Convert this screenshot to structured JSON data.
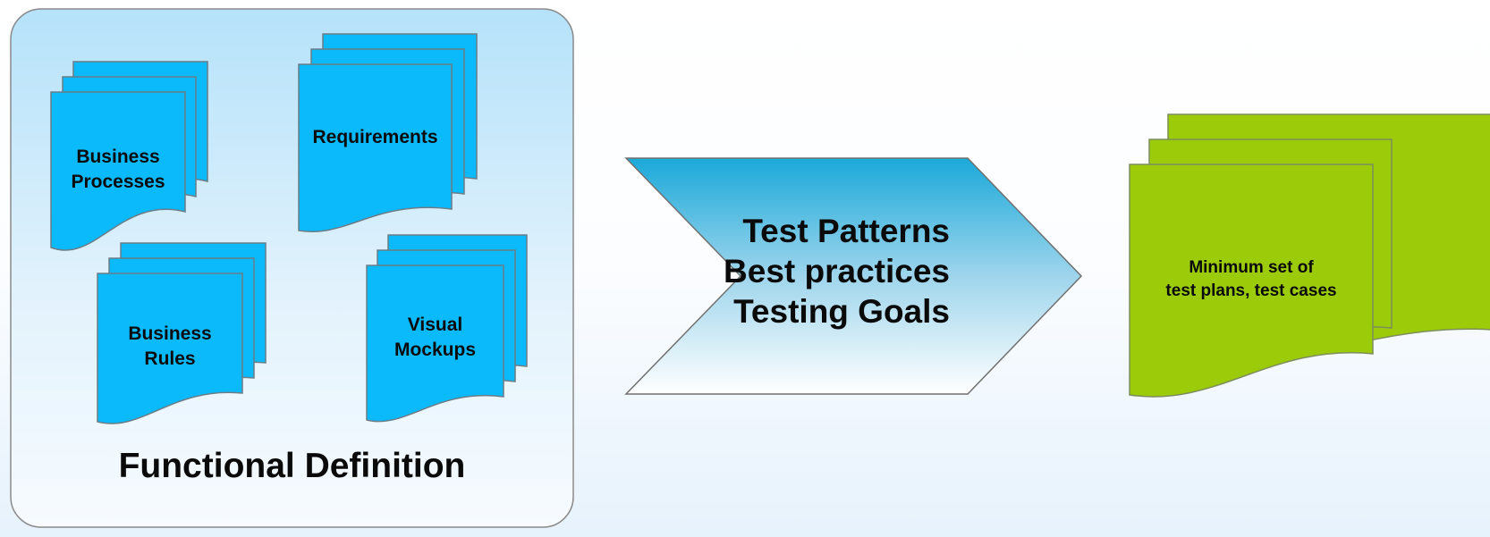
{
  "functional_definition": {
    "title": "Functional Definition",
    "documents": {
      "business_processes": [
        "Business",
        "Processes"
      ],
      "requirements": [
        "Requirements"
      ],
      "business_rules": [
        "Business",
        "Rules"
      ],
      "visual_mockups": [
        "Visual",
        "Mockups"
      ]
    }
  },
  "process": {
    "lines": [
      "Test Patterns",
      "Best practices",
      "Testing Goals"
    ]
  },
  "output": {
    "lines": [
      "Minimum set of",
      "test plans, test cases"
    ]
  },
  "colors": {
    "document_blue": "#0bbafb",
    "document_green": "#9ccc09",
    "panel_top": "#b5e2fa",
    "chevron_top": "#1aa9d9"
  }
}
